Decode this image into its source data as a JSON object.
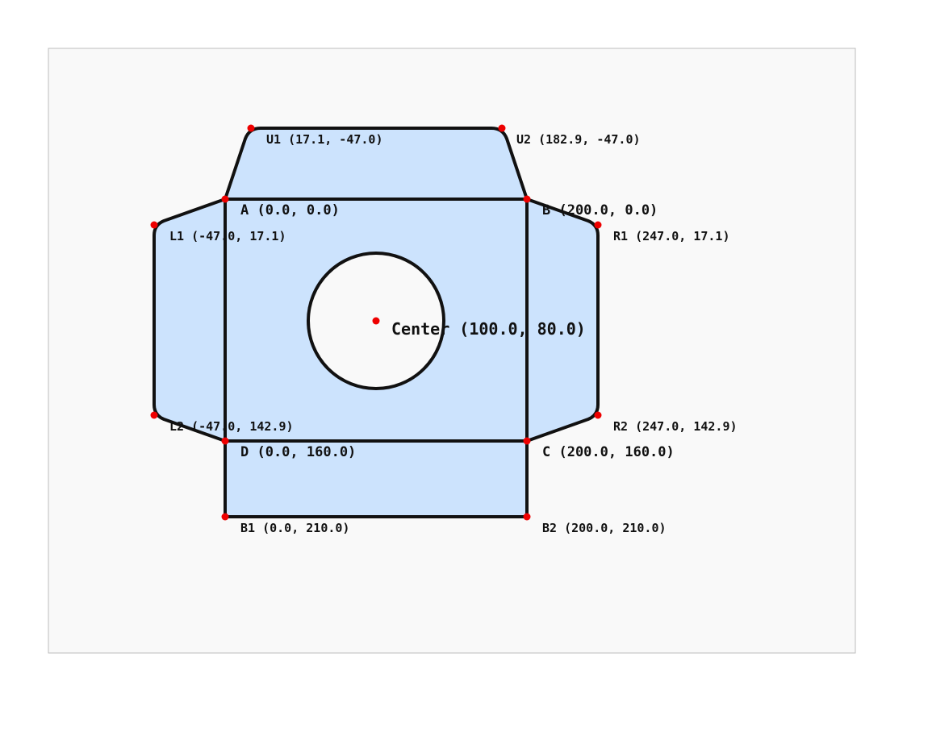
{
  "diagram": {
    "labels": {
      "U1": "U1 (17.1, -47.0)",
      "U2": "U2 (182.9, -47.0)",
      "A": "A (0.0, 0.0)",
      "B": "B (200.0, 0.0)",
      "L1": "L1 (-47.0, 17.1)",
      "R1": "R1 (247.0, 17.1)",
      "center": "Center (100.0, 80.0)",
      "L2": "L2 (-47.0, 142.9)",
      "R2": "R2 (247.0, 142.9)",
      "D": "D (0.0, 160.0)",
      "C": "C (200.0, 160.0)",
      "B1": "B1 (0.0, 210.0)",
      "B2": "B2 (200.0, 210.0)"
    },
    "colors": {
      "panel_fill": "#cce3fd",
      "outline": "#111111",
      "vertex": "#ee0000",
      "background": "#f9f9f9"
    }
  }
}
